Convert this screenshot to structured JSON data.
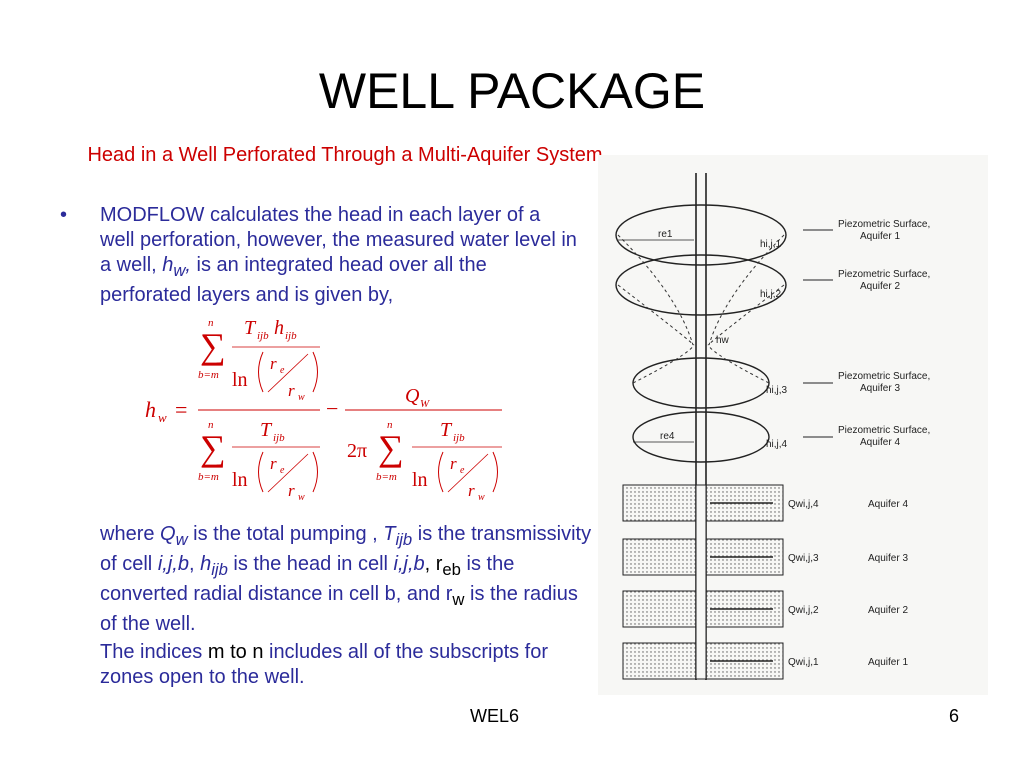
{
  "slide": {
    "title": "WELL PACKAGE",
    "subtitle": "Head in a Well Perforated Through a Multi-Aquifer System",
    "bullet_marker": "•",
    "bullet_text": "MODFLOW calculates the head in each layer of a well perforation, however, the measured water level in a well, ",
    "bullet_hw_main": "h",
    "bullet_hw_sub": "w",
    "bullet_hw_tail": ",",
    "bullet_text_end": " is an integrated head over all the perforated layers and is given by,",
    "where_1": "where ",
    "Q": "Q",
    "Q_sub": "w",
    "where_2": " is the total pumping , ",
    "T": "T",
    "T_sub": "ijb",
    "where_3": " is the transmissivity of cell ",
    "ijb": "i,j,b",
    "comma": ", ",
    "h": "h",
    "h_sub": "ijb",
    "where_4": " is the head in cell ",
    "where_5": ", r",
    "r_sub_eb": "eb",
    "where_6": " is the converted radial distance in cell b, and r",
    "r_sub_w": "w",
    "where_7": " is the radius of the well.",
    "indices_1": "The indices ",
    "indices_m": "m",
    "indices_to": " to ",
    "indices_n": "n",
    "indices_2": " includes all of the subscripts for zones open to the well.",
    "footer_center": "WEL6",
    "page_number": "6"
  },
  "formula": {
    "lhs": "h",
    "lhs_sub": "w",
    "equals": "=",
    "minus": "−",
    "n": "n",
    "b_eq_m": "b=m",
    "T": "T",
    "h": "h",
    "ijb": "ijb",
    "ln": "ln",
    "r": "r",
    "e": "e",
    "w": "w",
    "Q": "Q",
    "W": "W",
    "two_pi": "2π",
    "sigma": "∑"
  },
  "diagram": {
    "labels": {
      "piezo1": "Piezometric Surface,",
      "aq1": "Aquifer 1",
      "piezo2": "Piezometric Surface,",
      "aq2": "Aquifer 2",
      "piezo3": "Piezometric Surface,",
      "aq3": "Aquifer 3",
      "piezo4": "Piezometric Surface,",
      "aq4": "Aquifer 4",
      "h1": "hi,j,1",
      "h2": "hi,j,2",
      "h3": "hi,j,3",
      "h4": "hi,j,4",
      "hw": "hw",
      "re1": "re1",
      "re4": "re4",
      "layer4": "Aquifer 4",
      "layer3": "Aquifer 3",
      "layer2": "Aquifer 2",
      "layer1": "Aquifer 1",
      "q4": "Qwi,j,4",
      "q3": "Qwi,j,3",
      "q2": "Qwi,j,2",
      "q1": "Qwi,j,1"
    },
    "colors": {
      "line": "#222222",
      "accent": "#cc0000",
      "text": "#2b2b9a"
    }
  }
}
